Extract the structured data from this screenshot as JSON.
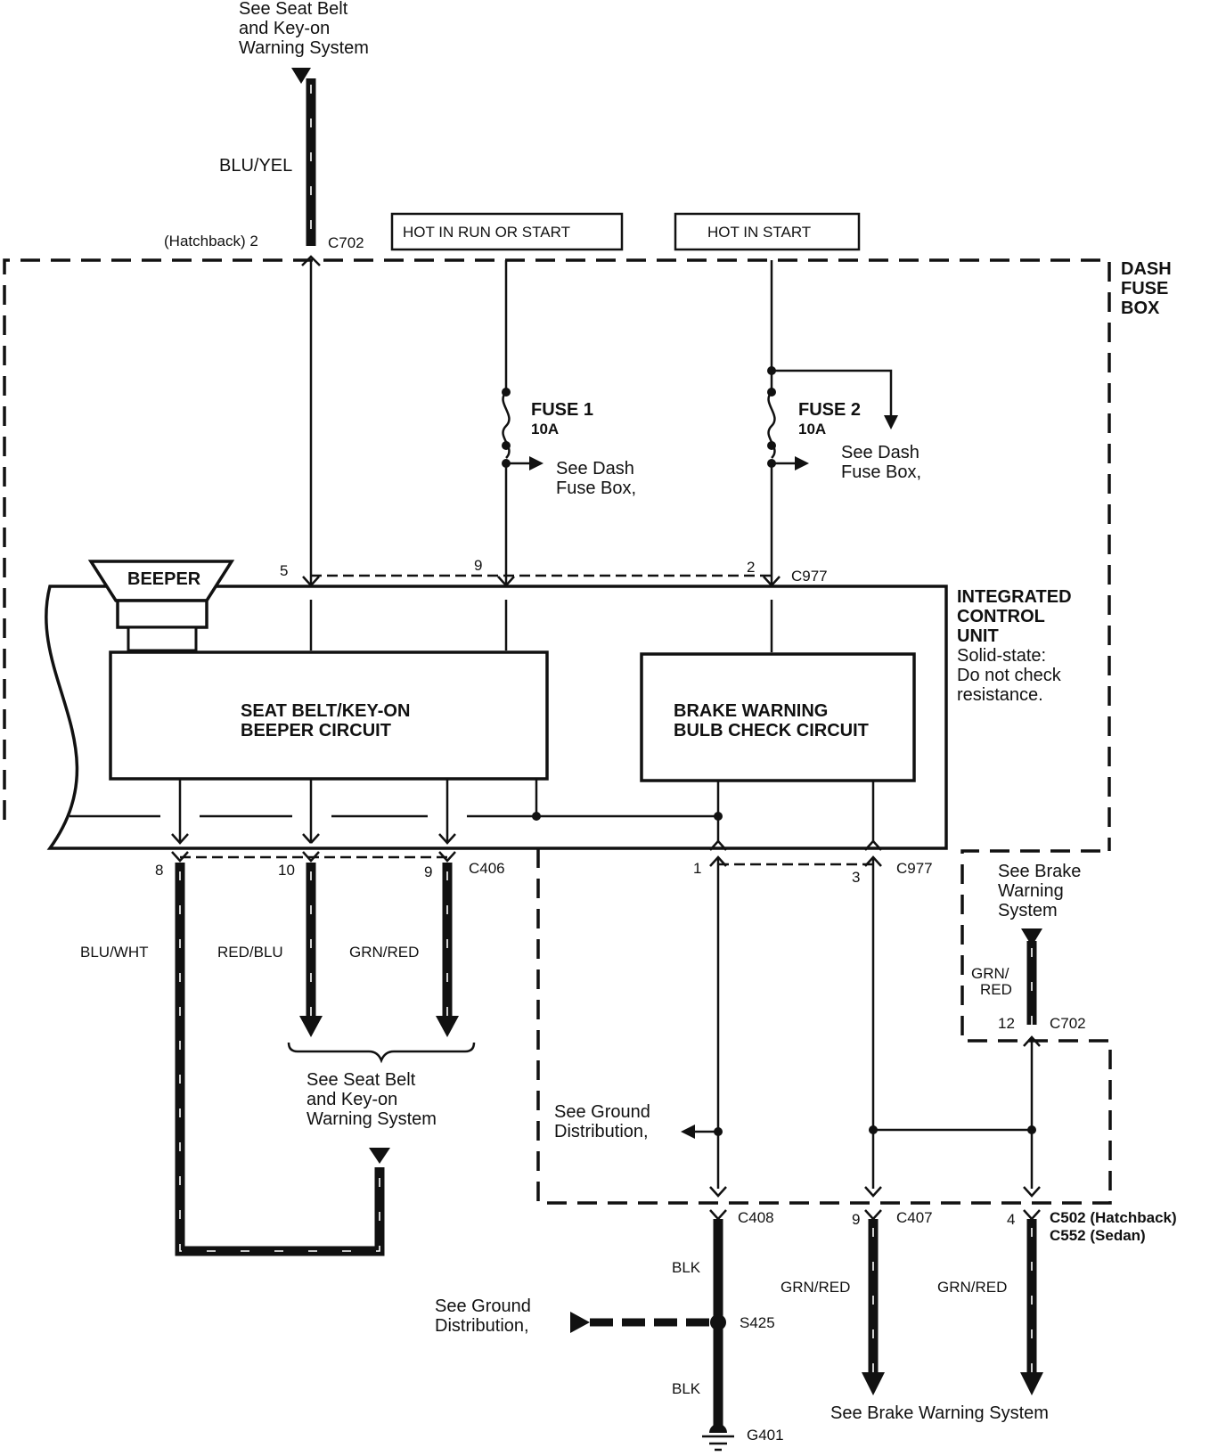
{
  "top_ref": {
    "line1": "See Seat Belt",
    "line2": "and Key-on",
    "line3": "Warning System"
  },
  "wires": {
    "blu_yel": "BLU/YEL",
    "blu_wht": "BLU/WHT",
    "red_blu": "RED/BLU",
    "grn_red": "GRN/RED",
    "grn_red_split": {
      "line1": "GRN/",
      "line2": "RED"
    },
    "blk": "BLK"
  },
  "connectors": {
    "c702": "C702",
    "c977": "C977",
    "c406": "C406",
    "c408": "C408",
    "c407": "C407",
    "c502": "C502 (Hatchback)",
    "c552": "C552 (Sedan)",
    "s425": "S425",
    "g401": "G401"
  },
  "pins": {
    "hatchback_2": "(Hatchback)  2",
    "p5": "5",
    "p9": "9",
    "p2": "2",
    "p8": "8",
    "p10": "10",
    "p9b": "9",
    "p1": "1",
    "p3": "3",
    "p12": "12",
    "p9c": "9",
    "p4": "4"
  },
  "power": {
    "run_or_start": "HOT IN RUN OR START",
    "start": "HOT IN START"
  },
  "fuses": {
    "fuse1": {
      "name": "FUSE 1",
      "rating": "10A"
    },
    "fuse2": {
      "name": "FUSE 2",
      "rating": "10A"
    },
    "see_dash1": {
      "line1": "See Dash",
      "line2": "Fuse Box,"
    },
    "see_dash2": {
      "line1": "See Dash",
      "line2": "Fuse Box,"
    }
  },
  "dash_fuse_box": {
    "line1": "DASH",
    "line2": "FUSE",
    "line3": "BOX"
  },
  "beeper": "BEEPER",
  "icu": {
    "line1": "INTEGRATED",
    "line2": "CONTROL",
    "line3": "UNIT",
    "note1": "Solid-state:",
    "note2": "Do not check",
    "note3": "resistance."
  },
  "circuits": {
    "seat_belt": {
      "line1": "SEAT BELT/KEY-ON",
      "line2": "BEEPER CIRCUIT"
    },
    "brake": {
      "line1": "BRAKE WARNING",
      "line2": "BULB CHECK CIRCUIT"
    }
  },
  "refs": {
    "seat_belt": {
      "line1": "See Seat Belt",
      "line2": "and Key-on",
      "line3": "Warning System"
    },
    "brake_top": {
      "line1": "See Brake",
      "line2": "Warning",
      "line3": "System"
    },
    "ground1": {
      "line1": "See Ground",
      "line2": "Distribution,"
    },
    "ground2": {
      "line1": "See Ground",
      "line2": "Distribution,"
    },
    "brake_bottom": "See Brake Warning System"
  }
}
